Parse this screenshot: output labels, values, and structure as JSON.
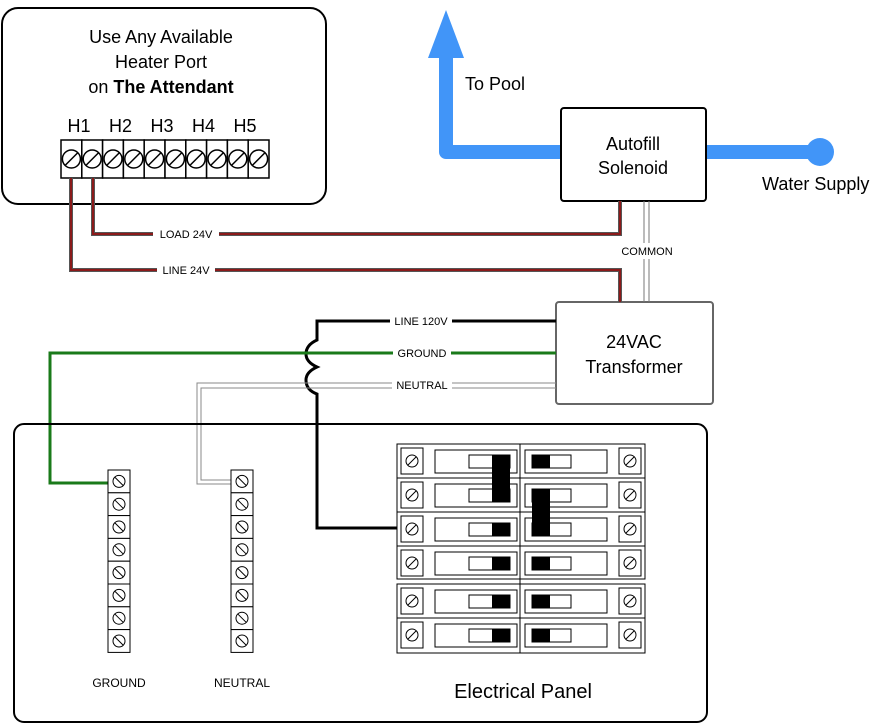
{
  "attendant": {
    "line1": "Use Any Available",
    "line2": "Heater Port",
    "line3_prefix": "on ",
    "line3_bold": "The Attendant",
    "ports": [
      "H1",
      "H2",
      "H3",
      "H4",
      "H5"
    ]
  },
  "water": {
    "to_pool": "To Pool",
    "supply": "Water Supply",
    "pipe_color": "#4195f8"
  },
  "solenoid": {
    "line1": "Autofill",
    "line2": "Solenoid"
  },
  "transformer": {
    "line1": "24VAC",
    "line2": "Transformer"
  },
  "wires": {
    "load": "LOAD 24V",
    "line24": "LINE 24V",
    "common": "COMMON",
    "line120": "LINE 120V",
    "ground": "GROUND",
    "neutral": "NEUTRAL",
    "red_color": "#8b1a1a",
    "green_color": "#1a7a1a",
    "black_color": "#000000"
  },
  "panel": {
    "title": "Electrical Panel",
    "ground_bar_label": "GROUND",
    "neutral_bar_label": "NEUTRAL"
  }
}
